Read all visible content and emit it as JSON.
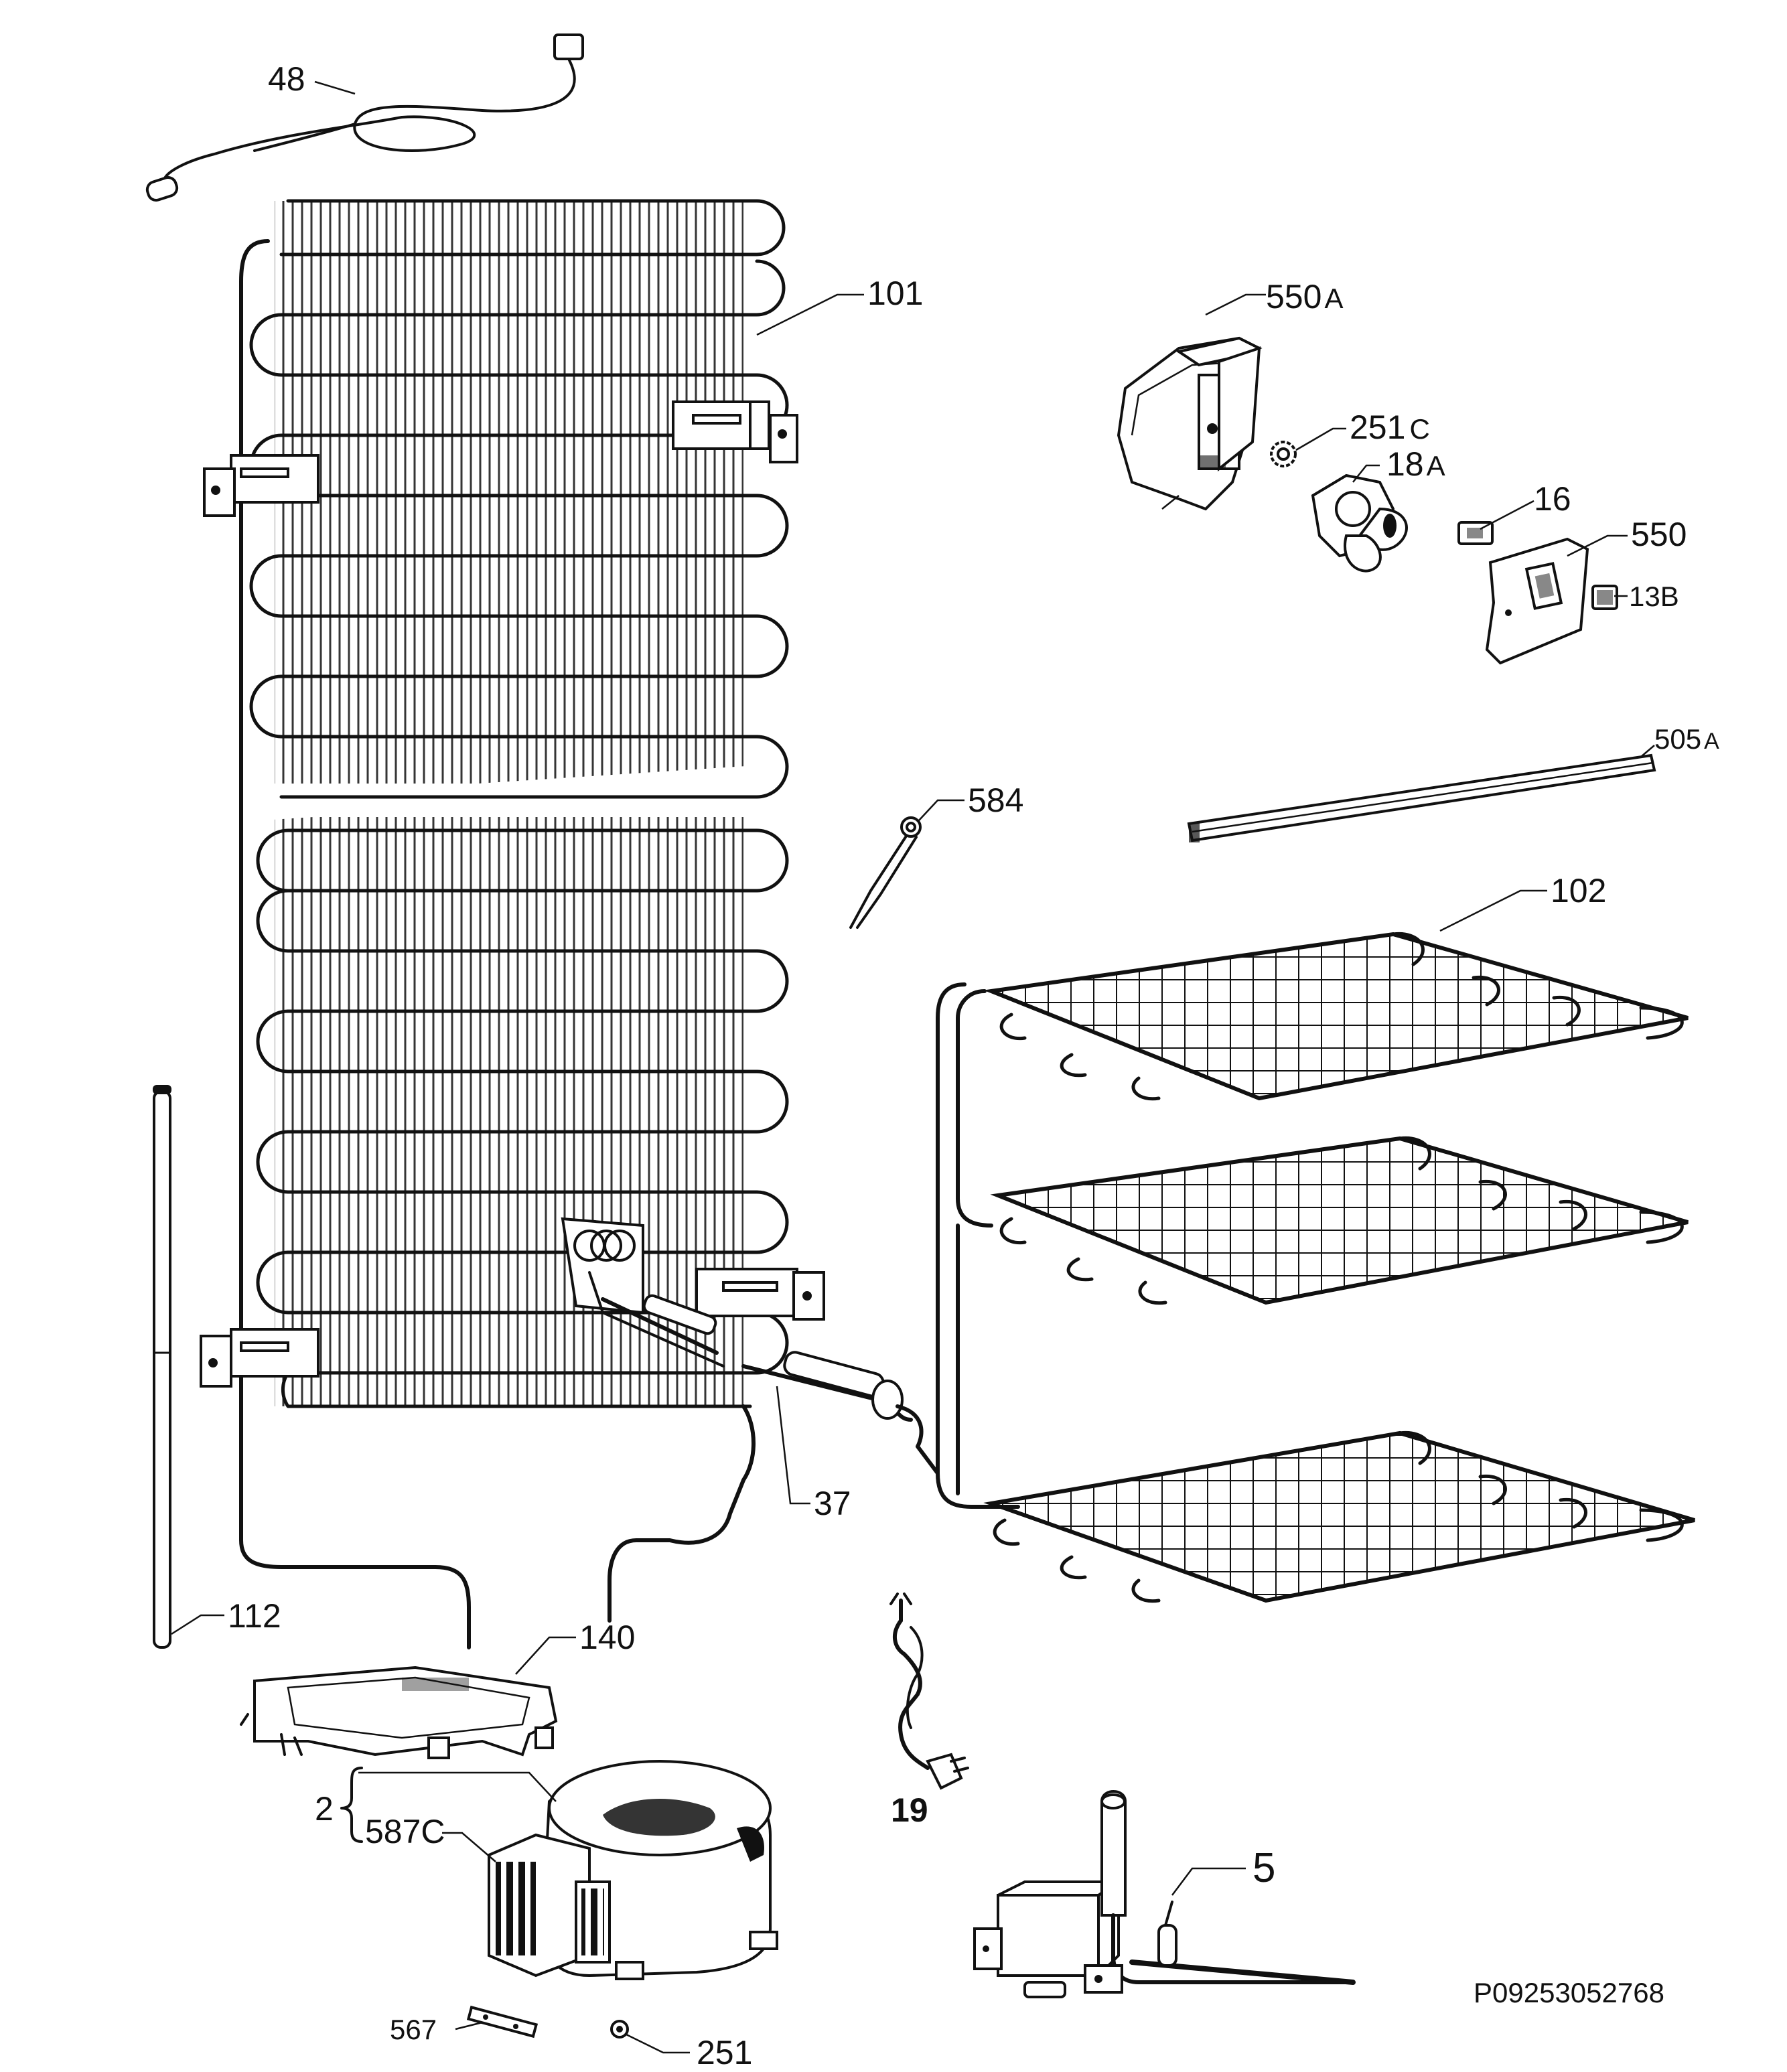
{
  "labels": {
    "p48": "48",
    "p101": "101",
    "p550A_num": "550",
    "p550A_suf": "A",
    "p251C_num": "251",
    "p251C_suf": "C",
    "p18A_num": "18",
    "p18A_suf": "A",
    "p16": "16",
    "p550": "550",
    "p13B": "13B",
    "p505A_num": "505",
    "p505A_suf": "A",
    "p584": "584",
    "p102": "102",
    "p37": "37",
    "p112": "112",
    "p140": "140",
    "p2": "2",
    "p587C": "587C",
    "p19": "19",
    "p5": "5",
    "p567": "567",
    "p251": "251"
  },
  "diagram_code": "P09253052768"
}
